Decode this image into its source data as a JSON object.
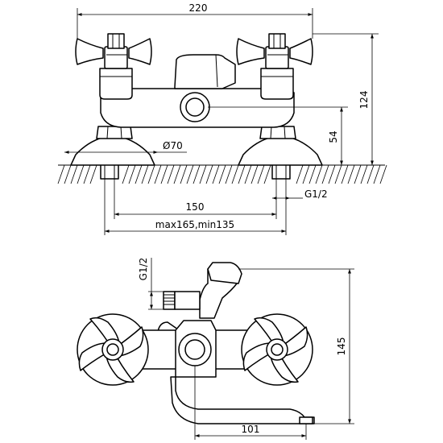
{
  "dimensions": {
    "width_total": "220",
    "height_total": "124",
    "height_inlet": "54",
    "diameter_flange": "Ø70",
    "thread_inlet": "G1/2",
    "center_distance": "150",
    "center_range": "max165,min135",
    "thread_shower": "G1/2",
    "side_height": "145",
    "spout_length": "101"
  }
}
